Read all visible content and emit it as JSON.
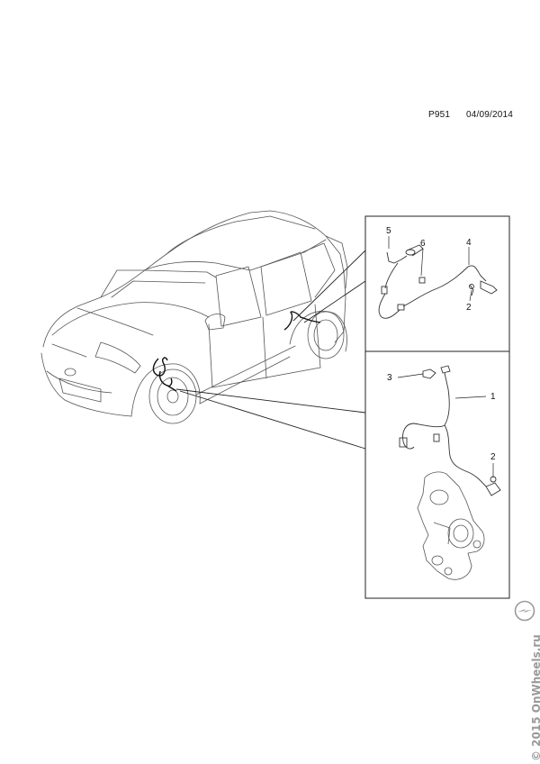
{
  "header": {
    "ref": "P951",
    "date": "04/09/2014"
  },
  "callouts": {
    "upper": [
      "5",
      "6",
      "4",
      "2"
    ],
    "lower": [
      "3",
      "1",
      "2"
    ]
  },
  "watermark": "© 2015 OnWheels.ru",
  "colors": {
    "line": "#333333",
    "frame": "#222222",
    "watermark": "#9a9a9a"
  },
  "icons": [
    "brand-logo-icon"
  ]
}
